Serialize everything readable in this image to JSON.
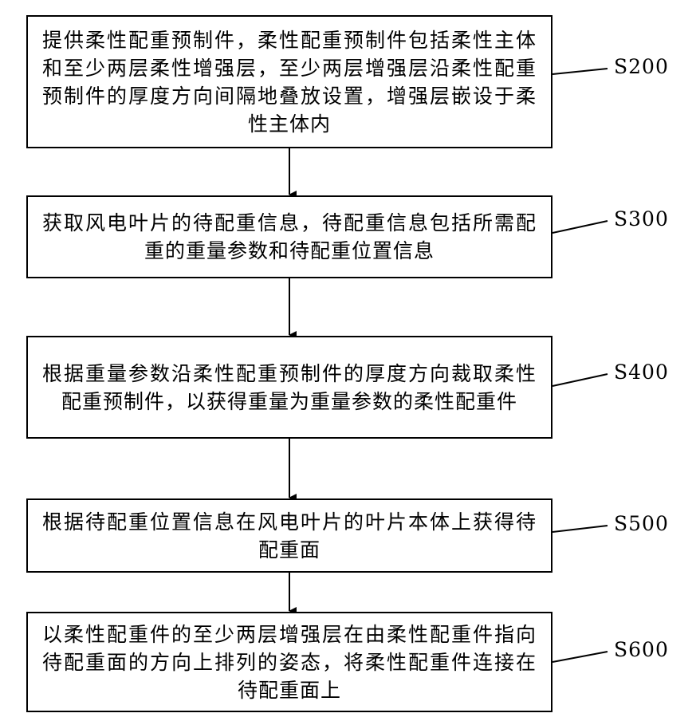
{
  "colors": {
    "line": "#000000",
    "background": "#ffffff"
  },
  "steps": [
    {
      "id": "S200",
      "text": "提供柔性配重预制件，柔性配重预制件包括柔性主体和至少两层柔性增强层，至少两层增强层沿柔性配重预制件的厚度方向间隔地叠放设置，增强层嵌设于柔性主体内"
    },
    {
      "id": "S300",
      "text": "获取风电叶片的待配重信息，待配重信息包括所需配重的重量参数和待配重位置信息"
    },
    {
      "id": "S400",
      "text": "根据重量参数沿柔性配重预制件的厚度方向裁取柔性配重预制件，以获得重量为重量参数的柔性配重件"
    },
    {
      "id": "S500",
      "text": "根据待配重位置信息在风电叶片的叶片本体上获得待配重面"
    },
    {
      "id": "S600",
      "text": "以柔性配重件的至少两层增强层在由柔性配重件指向待配重面的方向上排列的姿态，将柔性配重件连接在待配重面上"
    }
  ]
}
